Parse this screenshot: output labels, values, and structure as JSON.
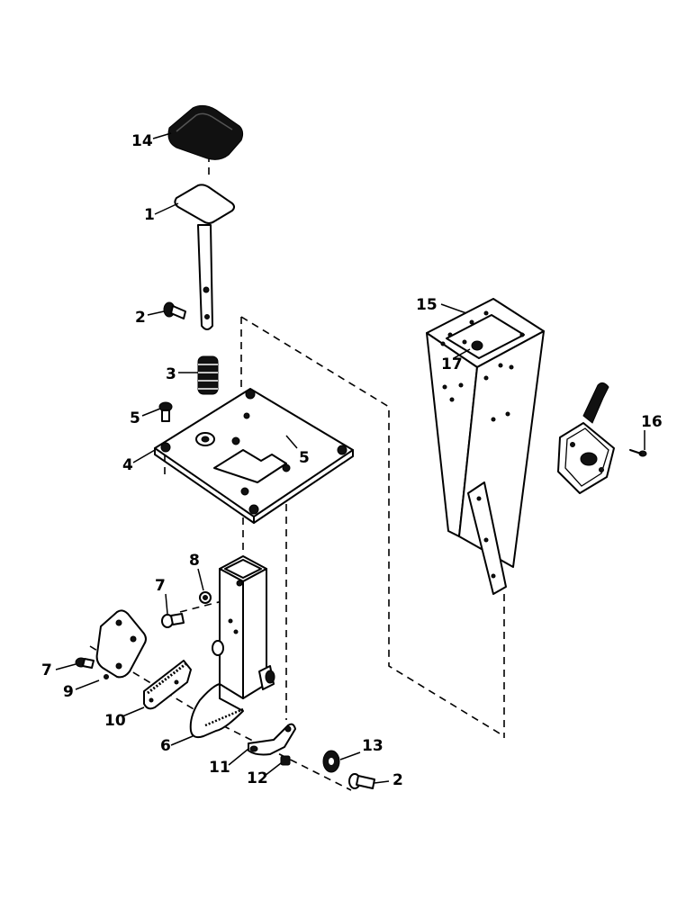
{
  "callouts": [
    {
      "id": "c14",
      "text": "14"
    },
    {
      "id": "c1",
      "text": "1"
    },
    {
      "id": "c2a",
      "text": "2"
    },
    {
      "id": "c3",
      "text": "3"
    },
    {
      "id": "c5a",
      "text": "5"
    },
    {
      "id": "c4",
      "text": "4"
    },
    {
      "id": "c5b",
      "text": "5"
    },
    {
      "id": "c15",
      "text": "15"
    },
    {
      "id": "c17",
      "text": "17"
    },
    {
      "id": "c16",
      "text": "16"
    },
    {
      "id": "c7a",
      "text": "7"
    },
    {
      "id": "c8",
      "text": "8"
    },
    {
      "id": "c7b",
      "text": "7"
    },
    {
      "id": "c9",
      "text": "9"
    },
    {
      "id": "c10",
      "text": "10"
    },
    {
      "id": "c6",
      "text": "6"
    },
    {
      "id": "c11",
      "text": "11"
    },
    {
      "id": "c12",
      "text": "12"
    },
    {
      "id": "c13",
      "text": "13"
    },
    {
      "id": "c2b",
      "text": "2"
    }
  ]
}
